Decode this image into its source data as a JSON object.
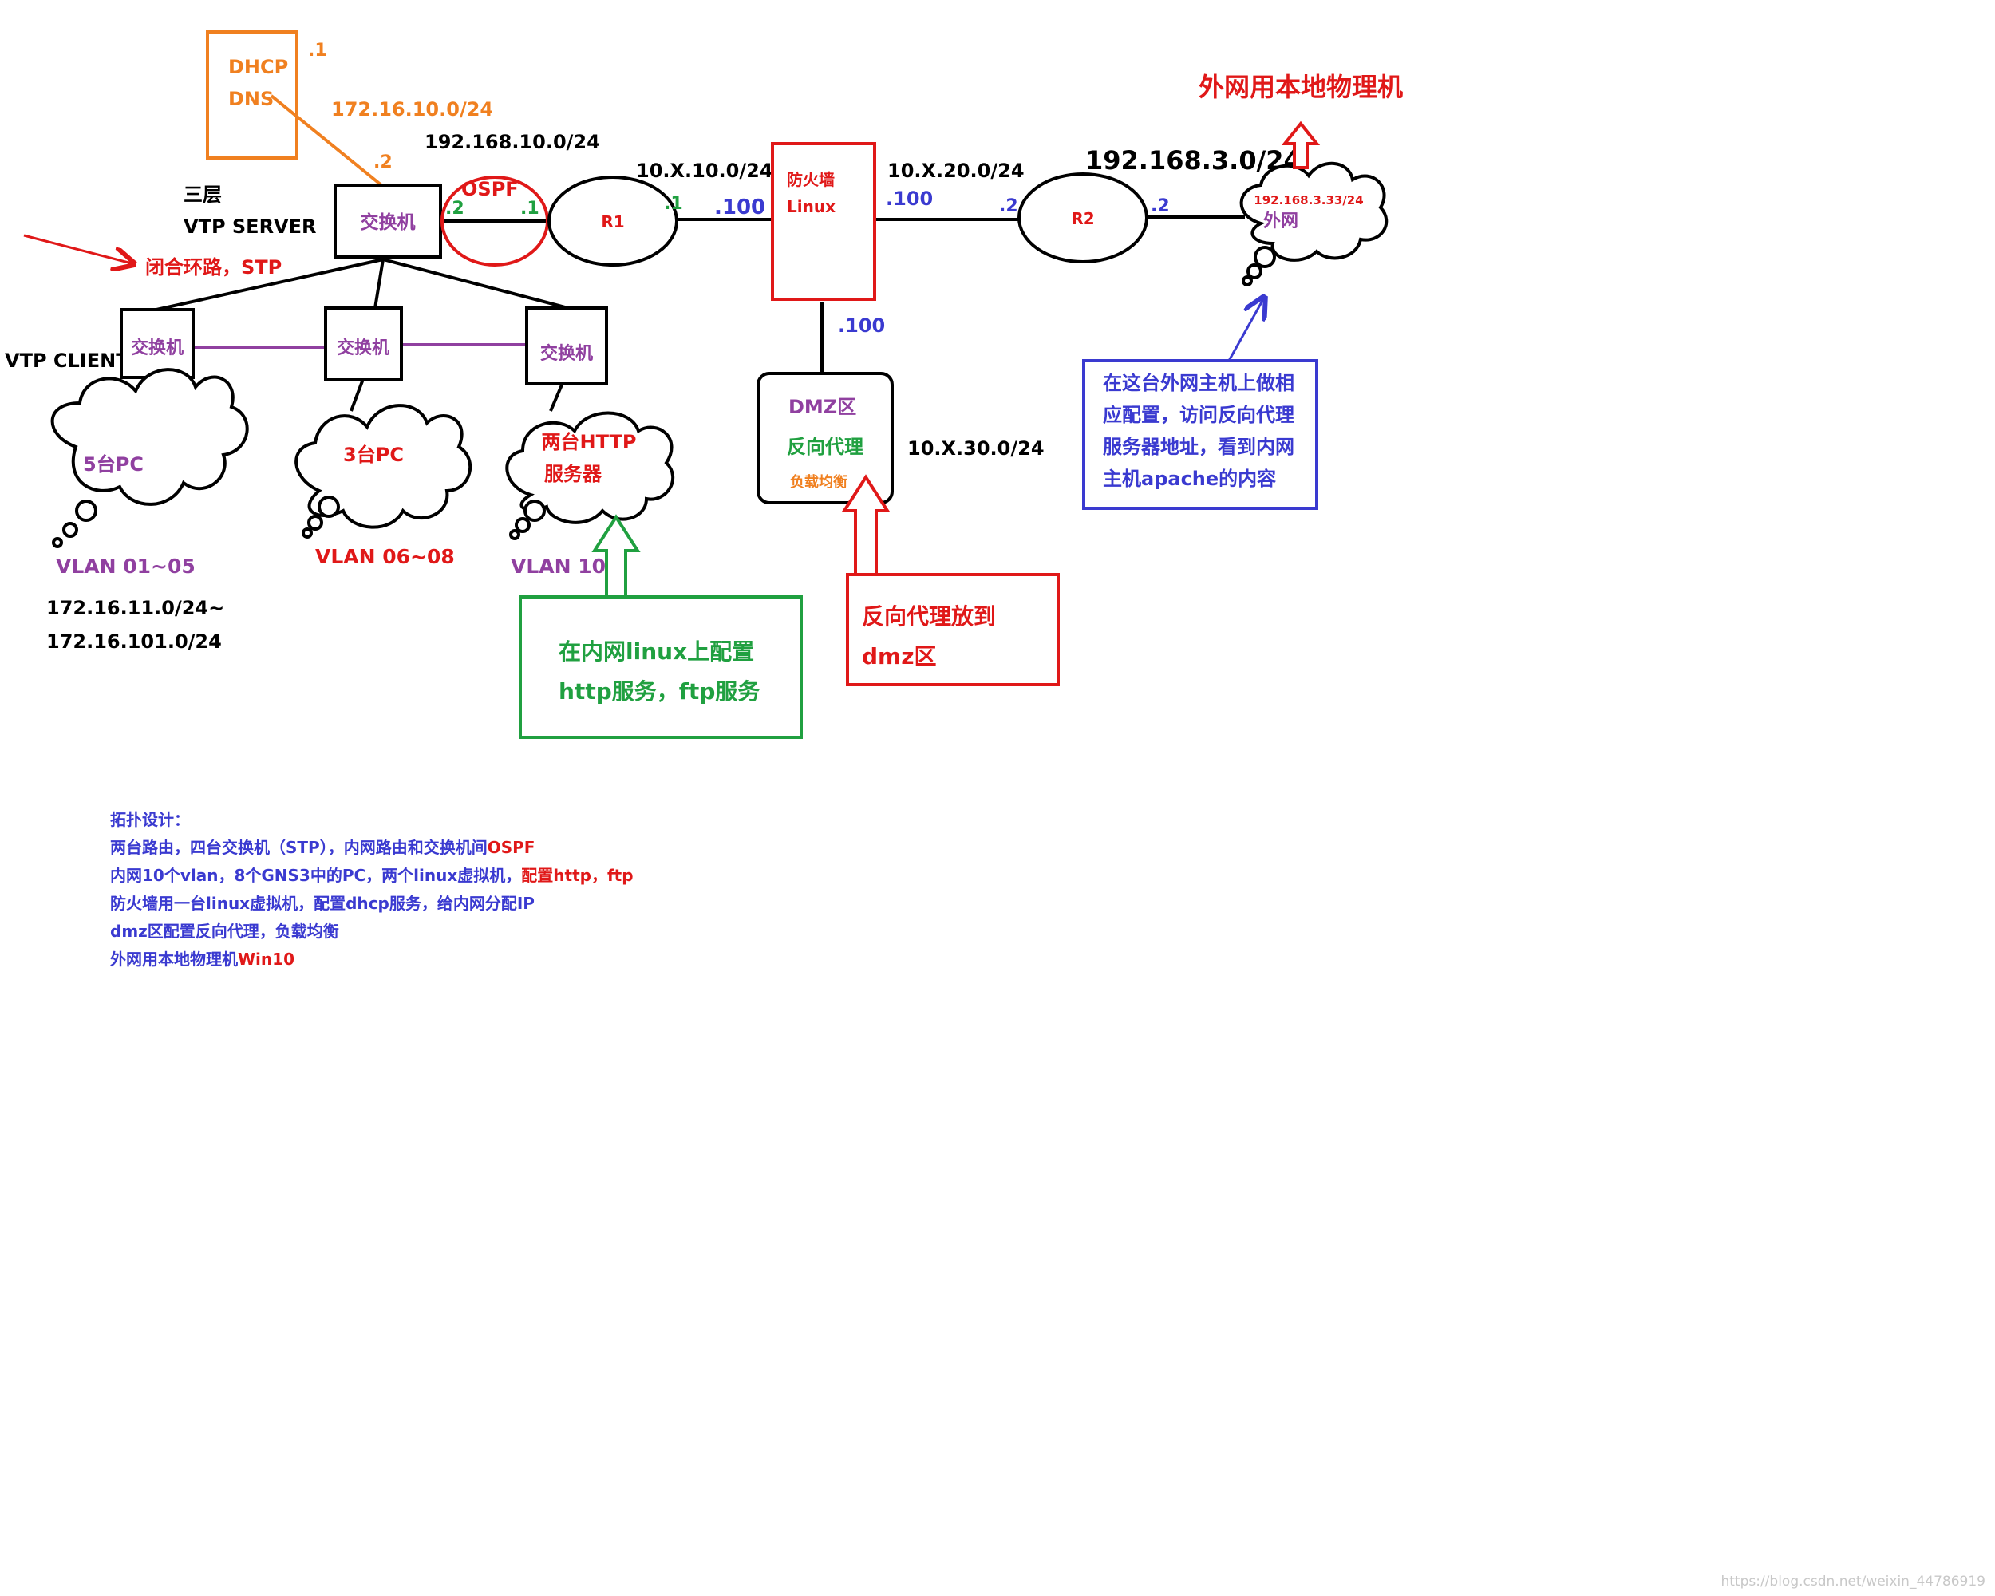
{
  "colors": {
    "black": "#000000",
    "red": "#e01818",
    "orange": "#f08020",
    "green": "#20a040",
    "blue": "#3a3ad0",
    "purple": "#9040a0"
  },
  "dhcp": {
    "line1": "DHCP",
    "line2": "DNS",
    "addr": ".1",
    "subnet": "172.16.10.0/24",
    "switch_addr": ".2"
  },
  "core": {
    "label1": "三层",
    "label2": "VTP SERVER",
    "switch": "交换机",
    "addr_left": ".2",
    "addr_right": ".1"
  },
  "ospf": {
    "label": "OSPF",
    "subnet": "192.168.10.0/24"
  },
  "stp_note": "闭合环路，STP",
  "vtp_client": "VTP CLIENT",
  "access": {
    "sw1": "交换机",
    "sw2": "交换机",
    "sw3": "交换机"
  },
  "clouds": {
    "c1": "5台PC",
    "c2": "3台PC",
    "c3a": "两台HTTP",
    "c3b": "服务器"
  },
  "vlans": {
    "v1": "VLAN 01~05",
    "v2": "VLAN 06~08",
    "v3": "VLAN 10",
    "range1": "172.16.11.0/24~",
    "range2": "172.16.101.0/24"
  },
  "r1": {
    "label": "R1",
    "addr": ".1",
    "subnet": "10.X.10.0/24"
  },
  "firewall": {
    "line1": "防火墙",
    "line2": "Linux",
    "addr_left": ".100",
    "addr_right": ".100",
    "addr_bottom": ".100"
  },
  "dmz": {
    "line1": "DMZ区",
    "line2": "反向代理",
    "line3": "负载均衡",
    "subnet": "10.X.30.0/24"
  },
  "r2": {
    "label": "R2",
    "addr_left": ".2",
    "addr_right": ".2",
    "subnet_left": "10.X.20.0/24",
    "subnet_right": "192.168.3.0/24"
  },
  "internet": {
    "addr": "192.168.3.33/24",
    "label": "外网",
    "top_note": "外网用本地物理机"
  },
  "boxes": {
    "green1": "在内网linux上配置",
    "green2": "http服务，ftp服务",
    "red1": "反向代理放到",
    "red2": "dmz区",
    "blue1": "在这台外网主机上做相",
    "blue2": "应配置，访问反向代理",
    "blue3": "服务器地址，看到内网",
    "blue4": "主机apache的内容"
  },
  "notes": {
    "title": "拓扑设计：",
    "l1a": "两台路由，四台交换机（STP），内网路由和交换机间",
    "l1b": "OSPF",
    "l2a": "内网10个vlan，8个GNS3中的PC，两个linux虚拟机，",
    "l2b": "配置http，ftp",
    "l3": "防火墙用一台linux虚拟机，配置dhcp服务，给内网分配IP",
    "l4": "dmz区配置反向代理，负载均衡",
    "l5a": "外网用本地物理机",
    "l5b": "Win10"
  },
  "watermark": "https://blog.csdn.net/weixin_44786919"
}
